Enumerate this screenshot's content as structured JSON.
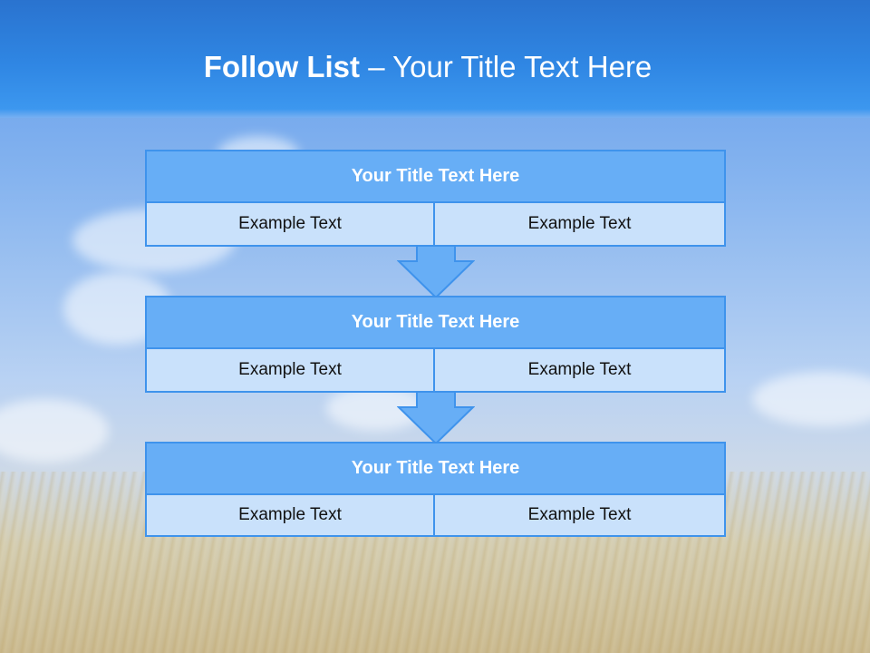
{
  "slide": {
    "title_bold": "Follow List",
    "title_rest": " – Your Title Text Here"
  },
  "steps": [
    {
      "title": "Your Title Text Here",
      "left_text": "Example Text",
      "right_text": "Example Text"
    },
    {
      "title": "Your Title Text Here",
      "left_text": "Example Text",
      "right_text": "Example Text"
    },
    {
      "title": "Your Title Text Here",
      "left_text": "Example Text",
      "right_text": "Example Text"
    }
  ],
  "connectors": [
    {
      "icon": "down-arrow-icon"
    },
    {
      "icon": "down-arrow-icon"
    }
  ],
  "colors": {
    "accent": "#3f93ec",
    "title_fill": "#67aef6",
    "cell_fill": "#c9e1fb"
  }
}
